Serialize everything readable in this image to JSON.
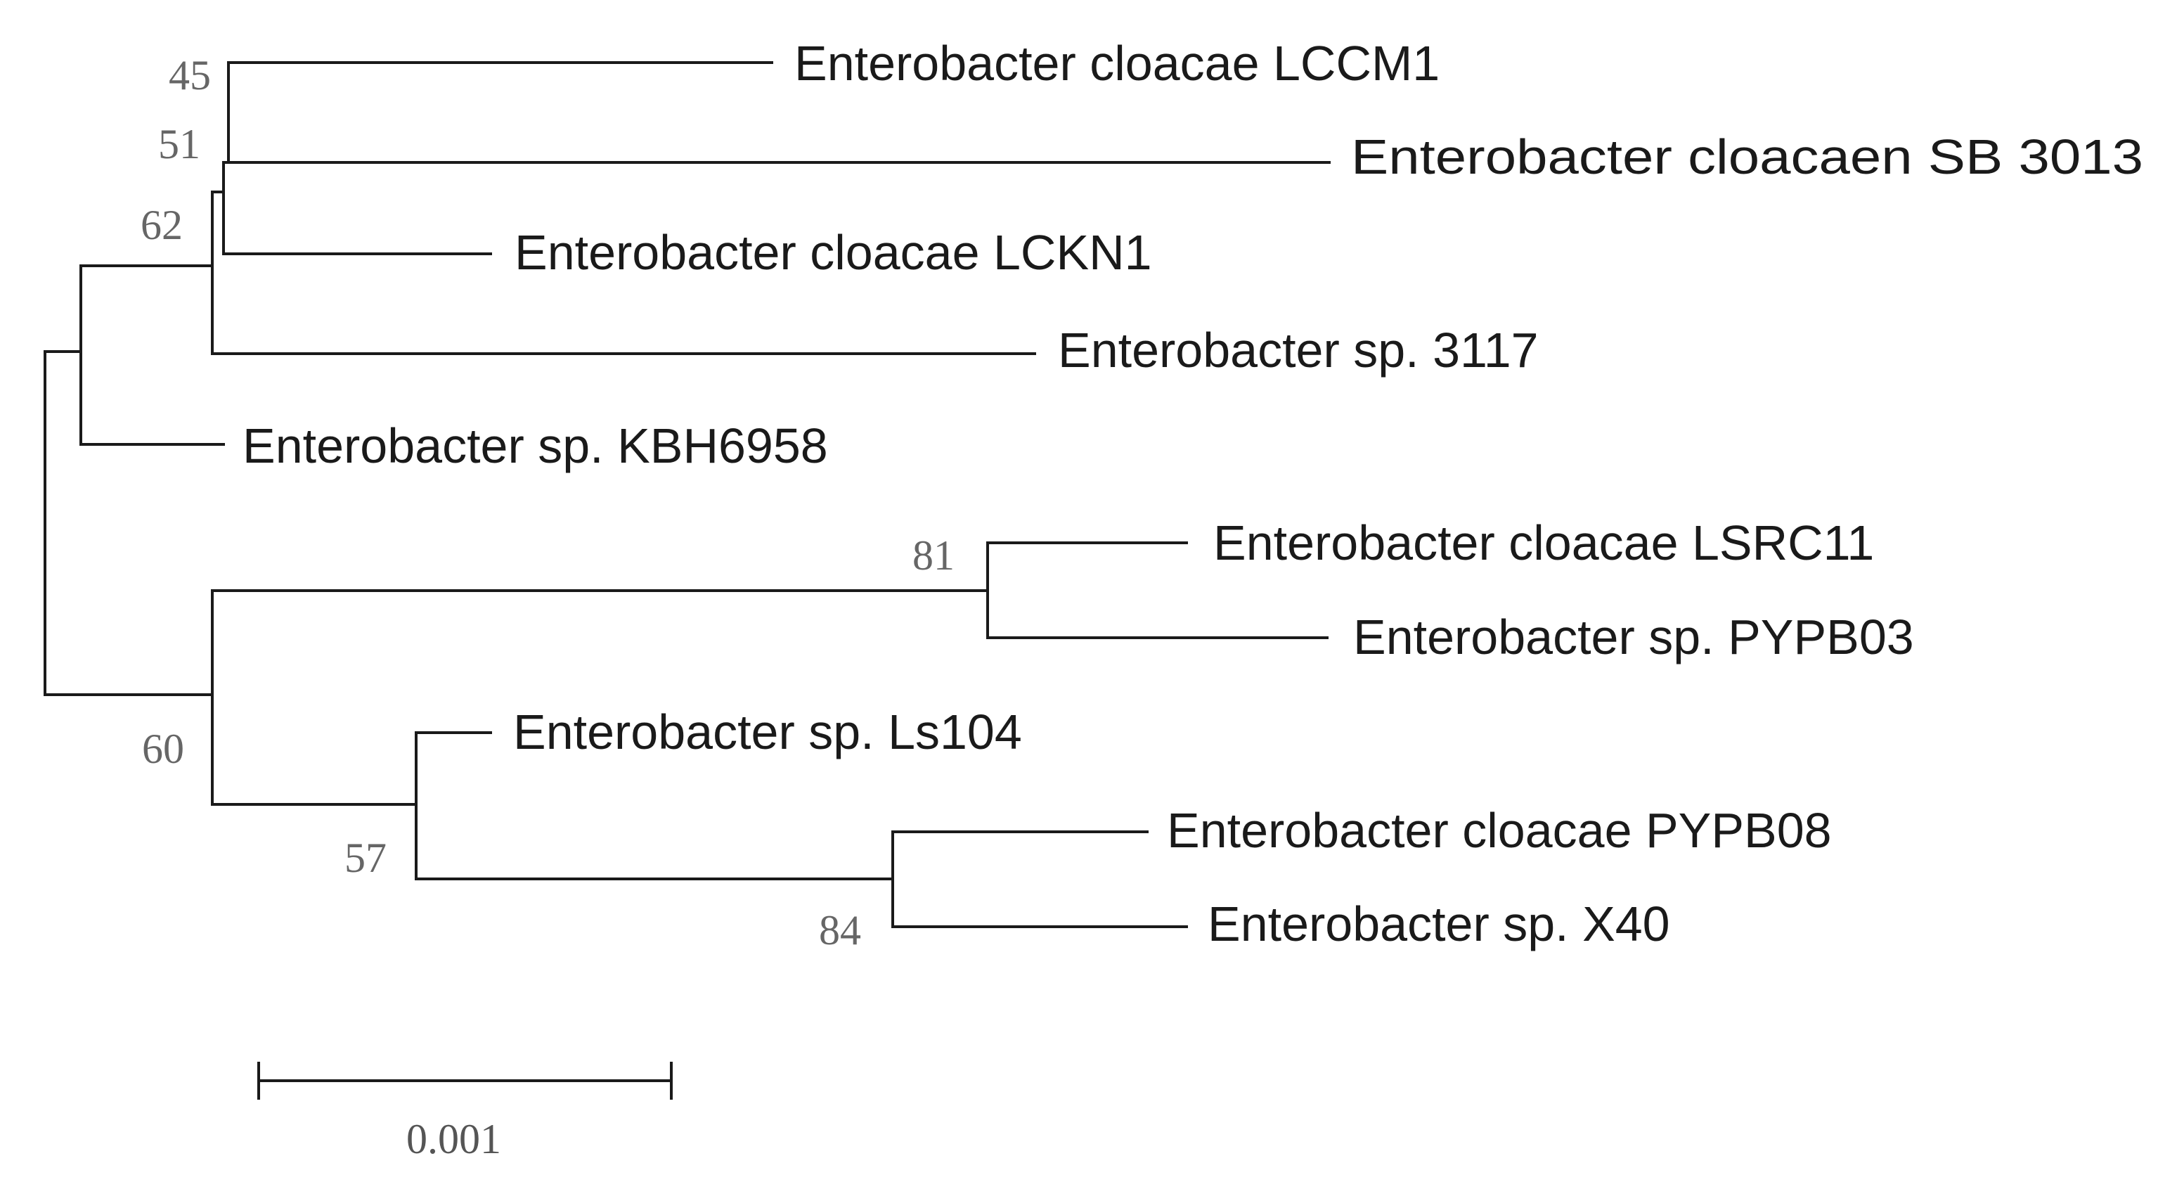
{
  "tree": {
    "leaves": [
      {
        "id": "lccm1",
        "label": "Enterobacter cloacae LCCM1"
      },
      {
        "id": "sb3013",
        "label": "Enterobacter cloacaen SB 3013"
      },
      {
        "id": "lckn1",
        "label": "Enterobacter cloacae LCKN1"
      },
      {
        "id": "sp3117",
        "label": "Enterobacter sp. 3117"
      },
      {
        "id": "kbh6958",
        "label": "Enterobacter sp. KBH6958"
      },
      {
        "id": "lsrc11",
        "label": "Enterobacter cloacae LSRC11"
      },
      {
        "id": "pypb03",
        "label": "Enterobacter sp. PYPB03"
      },
      {
        "id": "ls104",
        "label": "Enterobacter sp. Ls104"
      },
      {
        "id": "pypb08",
        "label": "Enterobacter cloacae PYPB08"
      },
      {
        "id": "x40",
        "label": "Enterobacter sp. X40"
      }
    ],
    "bootstrap": [
      {
        "id": "n45",
        "value": "45"
      },
      {
        "id": "n51",
        "value": "51"
      },
      {
        "id": "n62",
        "value": "62"
      },
      {
        "id": "n81",
        "value": "81"
      },
      {
        "id": "n60",
        "value": "60"
      },
      {
        "id": "n57",
        "value": "57"
      },
      {
        "id": "n84",
        "value": "84"
      }
    ],
    "scale_bar": {
      "label": "0.001"
    }
  }
}
